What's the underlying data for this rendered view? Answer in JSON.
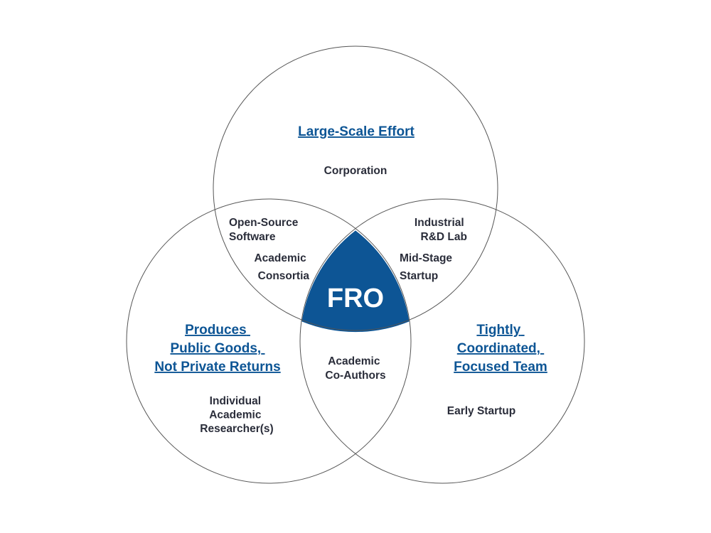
{
  "colors": {
    "accent": "#0d5595",
    "text": "#2a2d3a",
    "outline": "#555555"
  },
  "diagram": {
    "type": "venn-3",
    "center_label": "FRO",
    "circles": {
      "top": {
        "heading": [
          "Large-Scale Effort"
        ]
      },
      "left": {
        "heading": [
          "Produces",
          "Public Goods,",
          "Not Private Returns"
        ]
      },
      "right": {
        "heading": [
          "Tightly",
          "Coordinated,",
          "Focused Team"
        ]
      }
    },
    "regions": {
      "top_only": [
        "Corporation"
      ],
      "left_only": [
        "Individual",
        "Academic",
        "Researcher(s)"
      ],
      "right_only": [
        "Early Startup"
      ],
      "top_left_a": [
        "Open-Source",
        "Software"
      ],
      "top_left_b": [
        "Academic",
        "Consortia"
      ],
      "top_right_a": [
        "Industrial",
        "R&D Lab"
      ],
      "top_right_b": [
        "Mid-Stage",
        "Startup"
      ],
      "left_right": [
        "Academic",
        "Co-Authors"
      ]
    }
  }
}
